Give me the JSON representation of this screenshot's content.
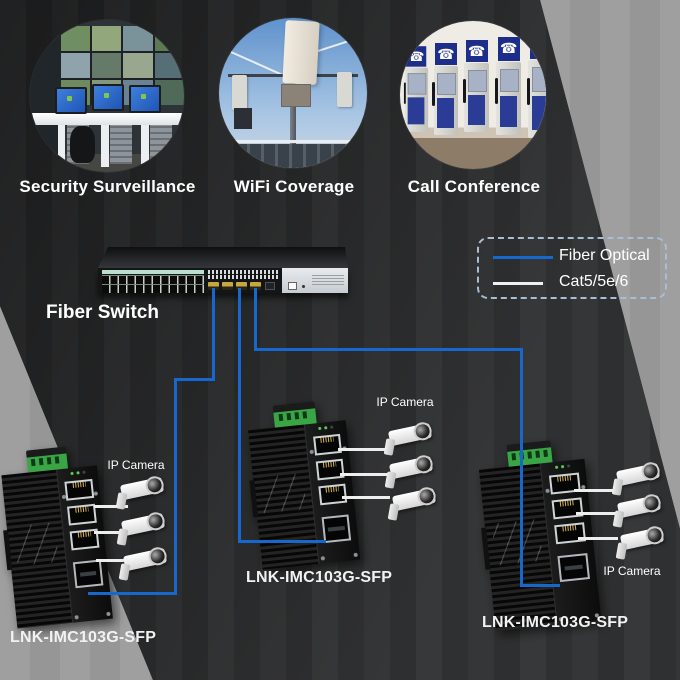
{
  "use_cases": [
    {
      "label": "Security Surveillance"
    },
    {
      "label": "WiFi Coverage"
    },
    {
      "label": "Call Conference"
    }
  ],
  "legend": {
    "fiber_label": "Fiber Optical",
    "copper_label": "Cat5/5e/6"
  },
  "switch": {
    "label": "Fiber Switch"
  },
  "converters": [
    {
      "model": "LNK-IMC103G-SFP",
      "camera_group_label": "IP Camera"
    },
    {
      "model": "LNK-IMC103G-SFP",
      "camera_group_label": "IP Camera"
    },
    {
      "model": "LNK-IMC103G-SFP",
      "camera_group_label": "IP Camera"
    }
  ],
  "icons": {
    "phone": "☎"
  },
  "colors": {
    "fiber_line": "#1668cf",
    "copper_line": "#f0f0f0",
    "dark_background": "#272829",
    "gray_background": "#9b9b9b",
    "terminal_green": "#3aa545",
    "sfp_slot_yellow": "#c9a83b"
  }
}
